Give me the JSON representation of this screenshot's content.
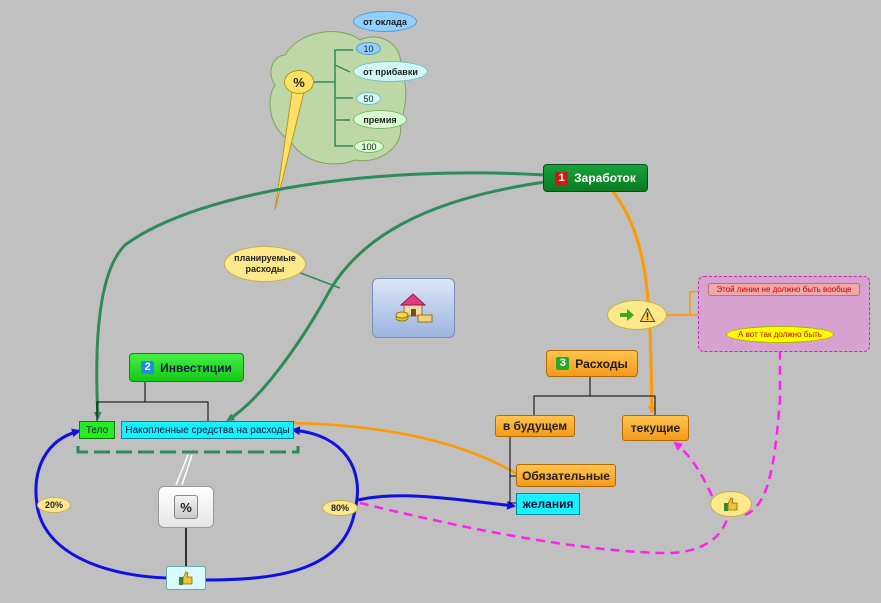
{
  "colors": {
    "background": "#c0c0c0",
    "green_link": "#2e8b57",
    "orange_link": "#ff9900",
    "blue_link": "#1010e0",
    "magenta_dash": "#ff22ee",
    "earnings_node": "#0a8a2a",
    "investments_node": "#22dd22",
    "expenses_node": "#f5a020",
    "cyan_node": "#16f0ff"
  },
  "percent_cloud": {
    "hub_symbol": "%",
    "items": [
      {
        "label": "от оклада",
        "value": "10"
      },
      {
        "label": "от прибавки",
        "value": "50"
      },
      {
        "label": "премия",
        "value": "100"
      }
    ]
  },
  "earnings": {
    "number": "1",
    "label": "Заработок"
  },
  "investments": {
    "number": "2",
    "label": "Инвестиции"
  },
  "expenses": {
    "number": "3",
    "label": "Расходы"
  },
  "planned_expenses": {
    "line1": "планируемые",
    "line2": "расходы"
  },
  "body_box": {
    "label": "Тело"
  },
  "savings_box": {
    "label": "Накопленные средства на расходы"
  },
  "future": {
    "label": "в будущем"
  },
  "current": {
    "label": "текущие"
  },
  "mandatory": {
    "label": "Обязательные"
  },
  "wishes": {
    "label": "желания"
  },
  "pct_20": {
    "label": "20%"
  },
  "pct_80": {
    "label": "80%"
  },
  "percent_card": {
    "symbol": "%"
  },
  "note": {
    "wrong_line": "Этой линии не должно быть вообще",
    "right_line": "А вот так должно быть"
  },
  "icons": {
    "house_money": "house-money-icon",
    "thumbs_up": "thumbs-up-icon",
    "arrow_right": "arrow-right-icon",
    "warning": "warning-icon"
  }
}
